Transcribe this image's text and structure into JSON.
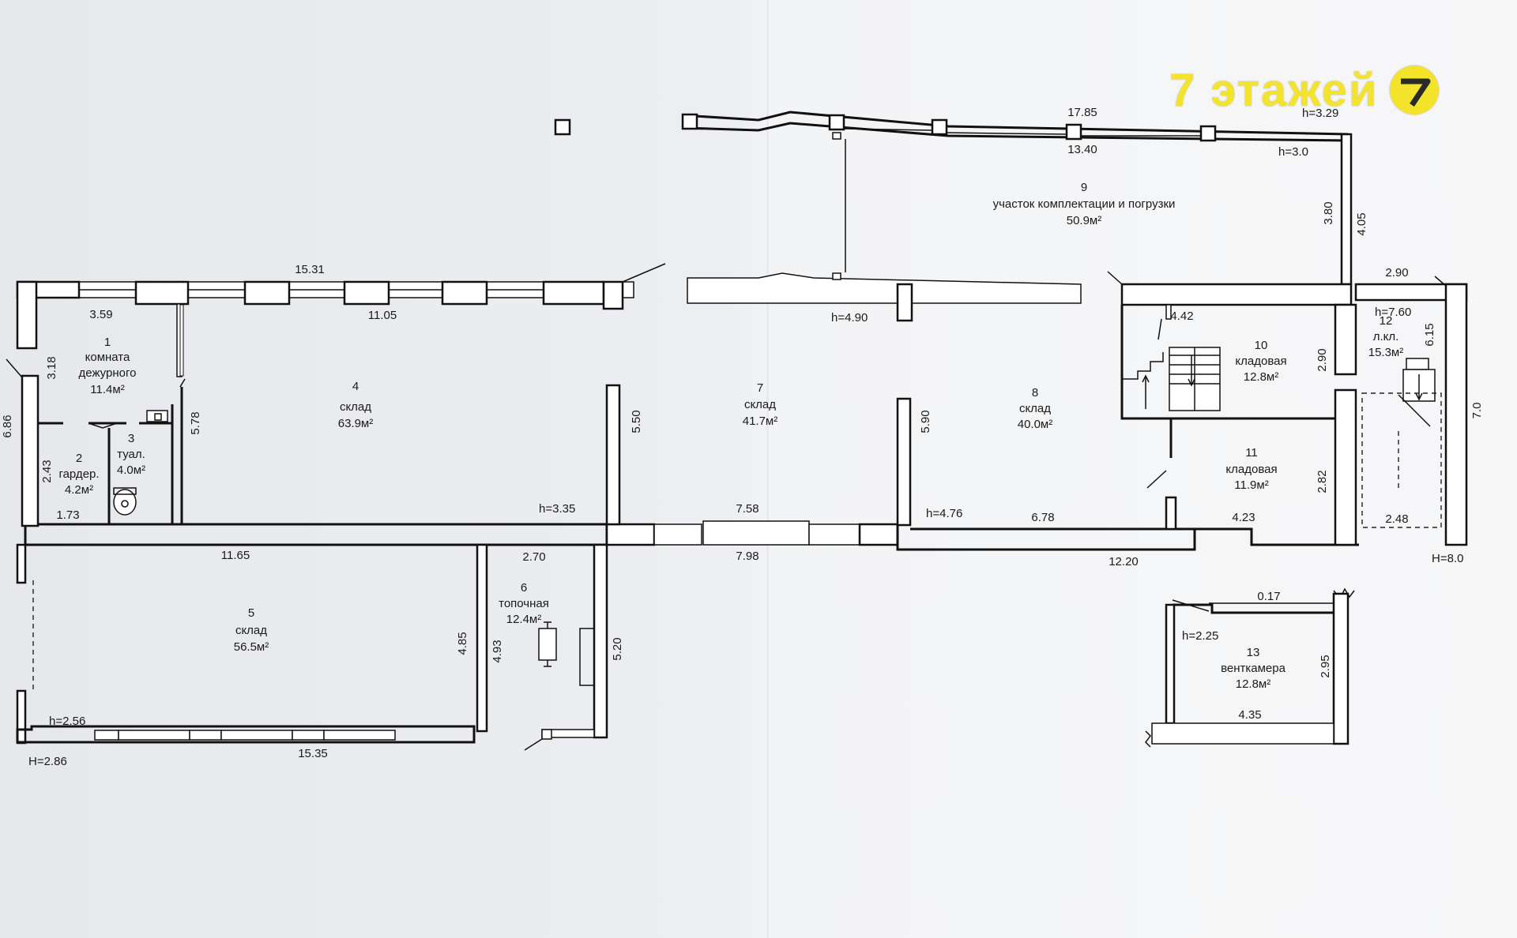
{
  "logo": {
    "text": "7 этажей",
    "mark_icon": "seven-circle-icon",
    "color": "#f3e32b"
  },
  "rooms": [
    {
      "number": "1",
      "name": "комната дежурного",
      "name_lines": [
        "комната",
        "дежурного"
      ],
      "area": "11.4м²"
    },
    {
      "number": "2",
      "name": "гардер.",
      "area": "4.2м²"
    },
    {
      "number": "3",
      "name": "туал.",
      "area": "4.0м²"
    },
    {
      "number": "4",
      "name": "склад",
      "area": "63.9м²"
    },
    {
      "number": "5",
      "name": "склад",
      "area": "56.5м²"
    },
    {
      "number": "6",
      "name": "топочная",
      "area": "12.4м²"
    },
    {
      "number": "7",
      "name": "склад",
      "area": "41.7м²"
    },
    {
      "number": "8",
      "name": "склад",
      "area": "40.0м²"
    },
    {
      "number": "9",
      "name": "участок комплектации и погрузки",
      "area": "50.9м²"
    },
    {
      "number": "10",
      "name": "кладовая",
      "area": "12.8м²"
    },
    {
      "number": "11",
      "name": "кладовая",
      "area": "11.9м²"
    },
    {
      "number": "12",
      "name": "л.кл.",
      "area": "15.3м²"
    },
    {
      "number": "13",
      "name": "венткамера",
      "area": "12.8м²"
    }
  ],
  "dimensions": {
    "top_wall_left": "15.31",
    "top_wall_right": "17.85",
    "room9_inner": "13.40",
    "room1_width": "3.59",
    "room4_width": "11.05",
    "room1_height": "3.18",
    "left_wall": "6.86",
    "room2_height": "2.43",
    "room2_width": "1.73",
    "room3_height": "5.78",
    "wall_4_7": "5.50",
    "wall_7_8": "5.90",
    "room9_left": "3.80",
    "room9_right": "4.05",
    "room10_width": "4.42",
    "room10_height": "2.90",
    "room11_height": "2.82",
    "room11_width": "4.23",
    "room12_top": "2.90",
    "room12_side": "6.15",
    "room12_right": "7.0",
    "room12_bottom": "2.48",
    "room7_inner": "7.58",
    "room7_outer": "7.98",
    "room8_width": "6.78",
    "bottom_right": "12.20",
    "room5_top": "11.65",
    "room6_top": "2.70",
    "room5_right": "4.85",
    "room6_left": "4.93",
    "room6_right": "5.20",
    "room5_bottom": "15.35",
    "room13_top": "0.17",
    "room13_height": "2.95",
    "room13_width": "4.35"
  },
  "heights": {
    "room9": "h=3.0",
    "room9_corner": "h=3.29",
    "room7": "h=4.90",
    "room4": "h=3.35",
    "room8": "h=4.76",
    "room12": "h=7.60",
    "outer_right": "H=8.0",
    "room5": "h=2.56",
    "outer_left": "H=2.86",
    "room13": "h=2.25"
  }
}
